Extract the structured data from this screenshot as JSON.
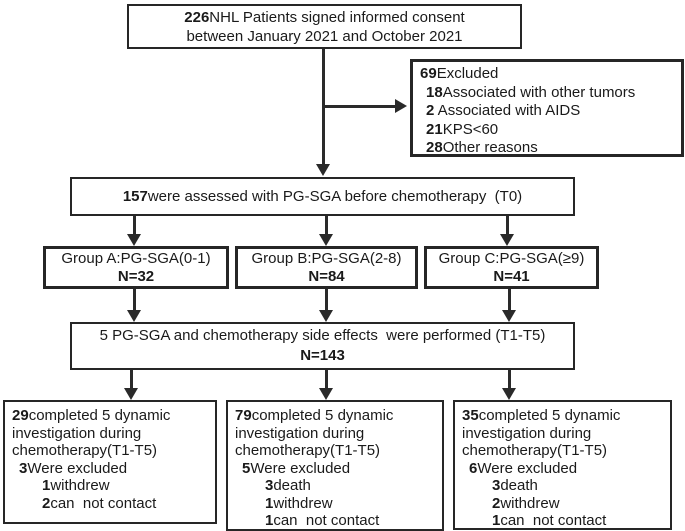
{
  "diagram": {
    "consent_box": {
      "num": "226",
      "text": "NHL Patients signed informed consent",
      "line2": "between January 2021 and October 2021"
    },
    "excluded_box": {
      "lines": [
        {
          "num": "69",
          "text": "Excluded"
        },
        {
          "num": "18",
          "text": "Associated with other tumors"
        },
        {
          "num": "2",
          "text": " Associated with AIDS"
        },
        {
          "num": "21",
          "text": "KPS<60"
        },
        {
          "num": "28",
          "text": "Other reasons"
        }
      ]
    },
    "assessed_box": {
      "num": "157",
      "text": "were assessed with PG-SGA before chemotherapy  (T0)"
    },
    "groups": [
      {
        "label": "Group A:PG-SGA(0-1)",
        "n": "N=32"
      },
      {
        "label": "Group B:PG-SGA(2-8)",
        "n": "N=84"
      },
      {
        "label": "Group C:PG-SGA(≥9)",
        "n": "N=41"
      }
    ],
    "performed_box": {
      "line1": "5 PG-SGA and chemotherapy side effects  were performed (T1-T5)",
      "n": "N=143"
    },
    "outcomes": [
      {
        "num": "29",
        "completed": "completed 5 dynamic investigation during chemotherapy(T1-T5)",
        "excluded_num": "3",
        "excluded_text": "Were excluded",
        "reasons": [
          {
            "num": "1",
            "text": "withdrew"
          },
          {
            "num": "2",
            "text": "can  not contact"
          }
        ]
      },
      {
        "num": "79",
        "completed": "completed 5 dynamic investigation during chemotherapy(T1-T5)",
        "excluded_num": "5",
        "excluded_text": "Were excluded",
        "reasons": [
          {
            "num": "3",
            "text": "death"
          },
          {
            "num": "1",
            "text": "withdrew"
          },
          {
            "num": "1",
            "text": "can  not contact"
          }
        ]
      },
      {
        "num": "35",
        "completed": "completed 5 dynamic investigation during chemotherapy(T1-T5)",
        "excluded_num": "6",
        "excluded_text": "Were excluded",
        "reasons": [
          {
            "num": "3",
            "text": "death"
          },
          {
            "num": "2",
            "text": "withdrew"
          },
          {
            "num": "1",
            "text": "can  not contact"
          }
        ]
      }
    ],
    "colors": {
      "line": "#2a2a2a",
      "text": "#1a1a1a",
      "background": "#ffffff"
    }
  }
}
